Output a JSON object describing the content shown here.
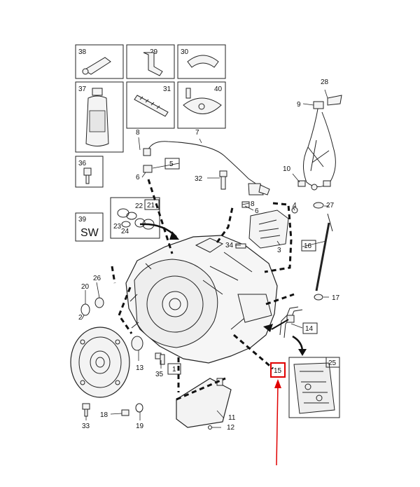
{
  "inset_boxes": {
    "b38": "38",
    "b29": "29",
    "b30": "30",
    "b37": "37",
    "b31": "31",
    "b40": "40",
    "b36": "36",
    "b39": "39",
    "b39_text": "SW"
  },
  "boxed_labels": {
    "b5": "5",
    "b21": "21",
    "b16": "16",
    "b14": "14",
    "b1": "1",
    "b25": "25",
    "b15": "15"
  },
  "labels": {
    "l28": "28",
    "l9": "9",
    "l7": "7",
    "l8a": "8",
    "l6a": "6",
    "l10": "10",
    "l32": "32",
    "l8b": "8",
    "l6b": "6",
    "l4": "4",
    "l27": "27",
    "l22": "22",
    "l23": "23",
    "l24": "24",
    "l3": "3",
    "l34": "34",
    "l26": "26",
    "l20": "20",
    "l2": "2",
    "l17": "17",
    "l13": "13",
    "l35": "35",
    "l11": "11",
    "l12": "12",
    "l18": "18",
    "l19": "19",
    "l33": "33"
  },
  "colors": {
    "highlight": "#e00000",
    "line": "#222222"
  }
}
